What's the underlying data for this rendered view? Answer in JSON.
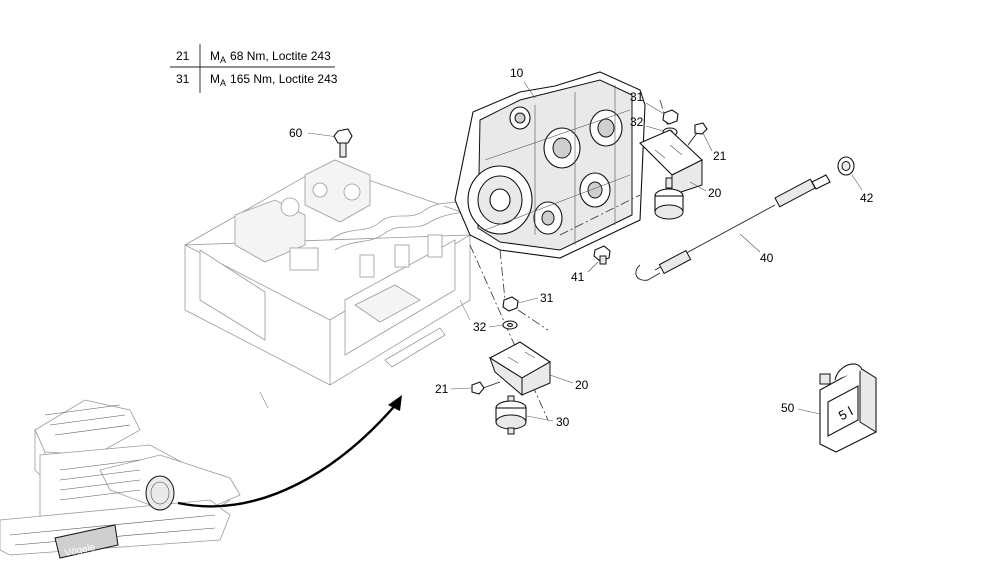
{
  "spec_table": {
    "rows": [
      {
        "pos": "21",
        "symbol": "M",
        "sub": "A",
        "text": "68 Nm, Loctite 243"
      },
      {
        "pos": "31",
        "symbol": "M",
        "sub": "A",
        "text": "165 Nm, Loctite 243"
      }
    ]
  },
  "callouts": {
    "c10": "10",
    "c31_top": "31",
    "c32_top": "32",
    "c21_top": "21",
    "c20_top": "20",
    "c42": "42",
    "c40": "40",
    "c41": "41",
    "c60": "60",
    "c31_low": "31",
    "c32_low": "32",
    "c20_low": "20",
    "c21_low": "21",
    "c30": "30",
    "c50": "50"
  },
  "canister_label": "5 l",
  "brand_mark": "Vögele",
  "icons": [
    "gearbox-icon",
    "engine-block-icon",
    "bracket-icon",
    "rubber-mount-icon",
    "oil-canister-icon",
    "paver-machine-icon"
  ]
}
